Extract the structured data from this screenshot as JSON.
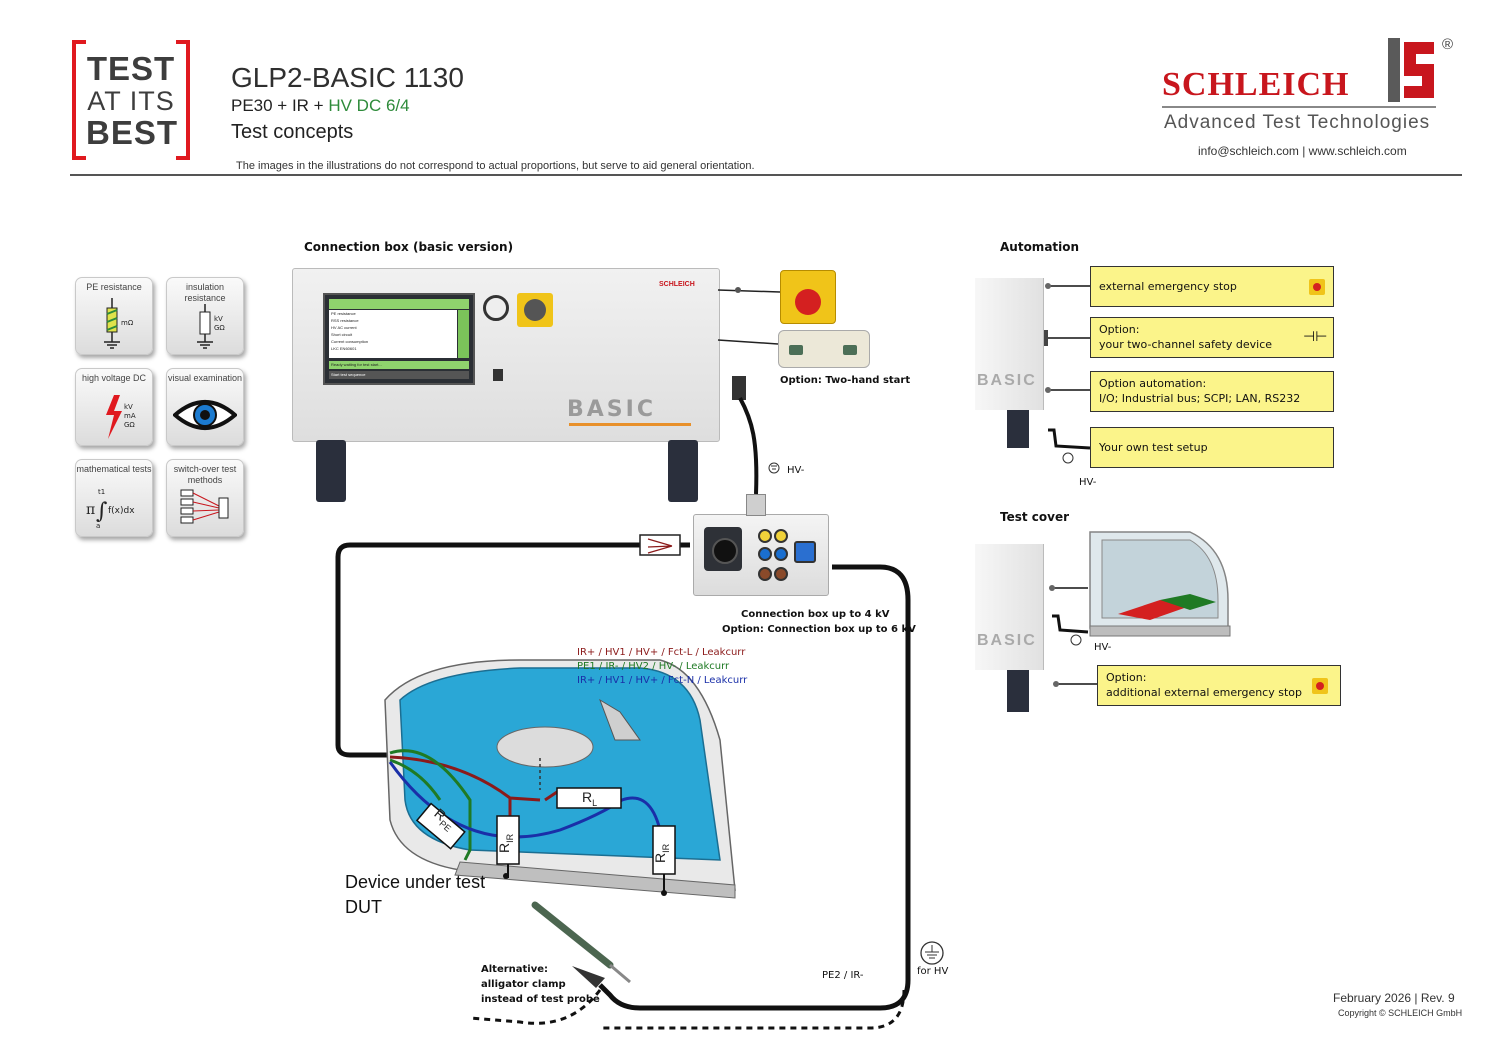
{
  "header": {
    "logo_lines": [
      "TEST",
      "AT ITS",
      "BEST"
    ],
    "title": "GLP2-BASIC 1130",
    "subtitle_prefix": "PE30 + IR + ",
    "subtitle_green": "HV DC 6/4",
    "concepts": "Test concepts",
    "note": "The images in the illustrations do not correspond to actual proportions, but serve to aid general orientation.",
    "brand": "SCHLEICH",
    "brand_tagline": "Advanced Test Technologies",
    "registered": "®",
    "contact": "info@schleich.com | www.schleich.com"
  },
  "tiles": [
    {
      "label": "PE resistance",
      "icon": "pe-resistance-icon"
    },
    {
      "label": "insulation resistance",
      "icon": "insulation-resistance-icon"
    },
    {
      "label": "high voltage DC",
      "icon": "high-voltage-icon"
    },
    {
      "label": "visual examination",
      "icon": "eye-icon"
    },
    {
      "label": "mathematical tests",
      "icon": "integral-icon"
    },
    {
      "label": "switch-over test methods",
      "icon": "switch-over-icon"
    }
  ],
  "tile_symbols": {
    "ohm": "mΩ",
    "kv": "kV",
    "gohm": "GΩ",
    "ma": "mA",
    "t1": "t1",
    "a": "a",
    "fx": "f(x)dx"
  },
  "main": {
    "connection_box_label": "Connection box (basic version)",
    "device_brand": "BASIC",
    "two_hand_label": "Option: Two-hand start",
    "hv_minus": "HV-",
    "connbox_caption_1": "Connection box up to 4 kV",
    "connbox_caption_2": "Option: Connection box up to 6 kV",
    "legend": [
      {
        "text": "IR+ / HV1 / HV+ / Fct-L / Leakcurr",
        "color": "#8b1a1a"
      },
      {
        "text": "PE1 / IR- / HV2 / HV- / Leakcurr",
        "color": "#1f7a24"
      },
      {
        "text": "IR+ / HV1 / HV+ / Fct-N / Leakcurr",
        "color": "#1a2fa8"
      }
    ],
    "resistors": {
      "rpe": "R",
      "rpe_sub": "PE",
      "rl": "R",
      "rl_sub": "L",
      "rir": "R",
      "rir_sub": "IR"
    },
    "dut_line1": "Device under test",
    "dut_line2": "DUT",
    "alt_line1": "Alternative:",
    "alt_line2": "alligator clamp",
    "alt_line3": "instead of test probe",
    "pe2_label": "PE2 / IR-",
    "for_hv": "for HV"
  },
  "screen": {
    "rows": [
      "PE resistance",
      "RSS resistance",
      "HV AC current",
      "Short circuit",
      "Current consumption",
      "LKC EN60601"
    ],
    "status": "Ready waiting for test start...",
    "footer": "Start test sequence"
  },
  "automation": {
    "title": "Automation",
    "boxes": [
      {
        "line1": "external emergency stop",
        "line2": ""
      },
      {
        "line1": "Option:",
        "line2": "your two-channel safety device"
      },
      {
        "line1": "Option automation:",
        "line2": "I/O; Industrial bus; SCPI; LAN, RS232"
      },
      {
        "line1": "Your own test setup",
        "line2": ""
      }
    ],
    "hv_minus": "HV-"
  },
  "test_cover": {
    "title": "Test cover",
    "hv_minus": "HV-",
    "box_line1": "Option:",
    "box_line2": "additional external emergency stop"
  },
  "device_side_label": "BASIC",
  "footer": {
    "date": "February 2026 | Rev. 9",
    "copyright": "Copyright © SCHLEICH GmbH"
  },
  "colors": {
    "red": "#e0191f",
    "brand_red": "#c8161d",
    "green": "#2e8b3a",
    "yellow": "#fbf48a",
    "iron_blue": "#2aa7d6"
  }
}
